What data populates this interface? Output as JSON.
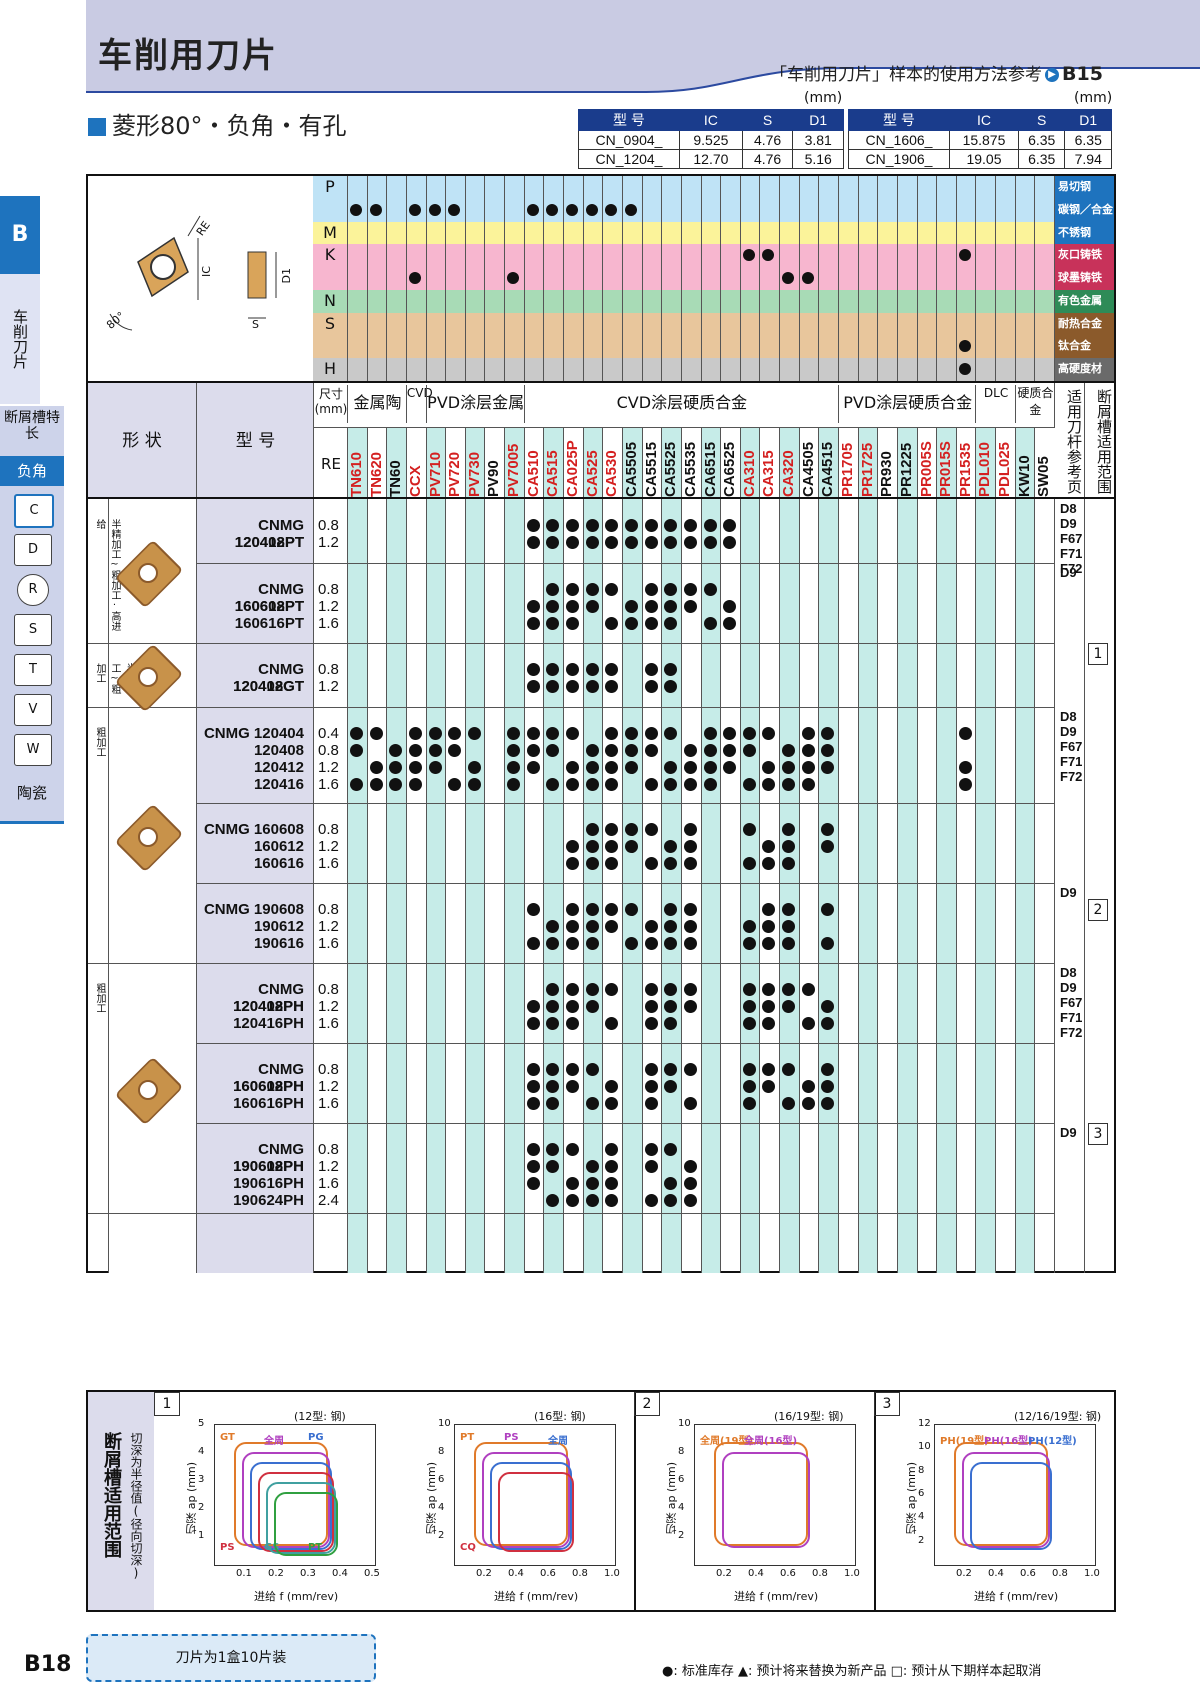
{
  "header": {
    "title": "车削用刀片",
    "usage_ref": "「车削用刀片」样本的使用方法参考",
    "usage_page": "B15"
  },
  "section": {
    "title": "菱形80°・负角・有孔"
  },
  "dims": {
    "unit": "(mm)",
    "headers": [
      "型 号",
      "IC",
      "S",
      "D1"
    ],
    "left": [
      [
        "CN_0904_",
        "9.525",
        "4.76",
        "3.81"
      ],
      [
        "CN_1204_",
        "12.70",
        "4.76",
        "5.16"
      ]
    ],
    "right": [
      [
        "CN_1606_",
        "15.875",
        "6.35",
        "6.35"
      ],
      [
        "CN_1906_",
        "19.05",
        "6.35",
        "7.94"
      ]
    ]
  },
  "sidebar": {
    "tab": "B",
    "label": "车削刀片",
    "items": [
      "断屑槽特长",
      "负角",
      "C",
      "D",
      "R",
      "S",
      "T",
      "V",
      "W",
      "陶瓷"
    ]
  },
  "diagram": {
    "re": "RE",
    "ic": "IC",
    "d1": "D1",
    "s": "S",
    "angle": "80°"
  },
  "materials": [
    {
      "code": "P",
      "name": "易切钢",
      "color": "#bfe3f6"
    },
    {
      "code": "",
      "name": "碳钢／合金钢",
      "color": "#bfe3f6"
    },
    {
      "code": "M",
      "name": "不锈钢",
      "color": "#fbf39a"
    },
    {
      "code": "K",
      "name": "灰口铸铁",
      "color": "#f7b6cf"
    },
    {
      "code": "",
      "name": "球墨铸铁",
      "color": "#f7b6cf"
    },
    {
      "code": "N",
      "name": "有色金属",
      "color": "#a8dbb6"
    },
    {
      "code": "S",
      "name": "耐热合金",
      "color": "#e8c69c"
    },
    {
      "code": "",
      "name": "钛合金",
      "color": "#e8c69c"
    },
    {
      "code": "H",
      "name": "高硬度材",
      "color": "#c9c9c9"
    }
  ],
  "table_head": {
    "shape": "形 状",
    "model": "型 号",
    "size": "尺寸(mm)",
    "re": "RE",
    "ref": "适用刀杆参考页",
    "range": "断屑槽适用范围"
  },
  "groups": [
    {
      "label": "金属陶瓷",
      "start": 0,
      "count": 3
    },
    {
      "label": "CVD",
      "start": 3,
      "count": 1
    },
    {
      "label": "PVD涂层金属陶瓷",
      "start": 4,
      "count": 5
    },
    {
      "label": "CVD涂层硬质合金",
      "start": 9,
      "count": 16
    },
    {
      "label": "PVD涂层硬质合金",
      "start": 25,
      "count": 7
    },
    {
      "label": "DLC",
      "start": 32,
      "count": 2
    },
    {
      "label": "硬质合金",
      "start": 34,
      "count": 2
    }
  ],
  "grades": [
    {
      "n": "TN610",
      "c": "#d42020"
    },
    {
      "n": "TN620",
      "c": "#d42020"
    },
    {
      "n": "TN60",
      "c": "#111"
    },
    {
      "n": "CCX",
      "c": "#d42020"
    },
    {
      "n": "PV710",
      "c": "#d42020"
    },
    {
      "n": "PV720",
      "c": "#d42020"
    },
    {
      "n": "PV730",
      "c": "#d42020"
    },
    {
      "n": "PV90",
      "c": "#111"
    },
    {
      "n": "PV7005",
      "c": "#d42020"
    },
    {
      "n": "CA510",
      "c": "#d42020"
    },
    {
      "n": "CA515",
      "c": "#d42020"
    },
    {
      "n": "CA025P",
      "c": "#d42020"
    },
    {
      "n": "CA525",
      "c": "#d42020"
    },
    {
      "n": "CA530",
      "c": "#d42020"
    },
    {
      "n": "CA5505",
      "c": "#111"
    },
    {
      "n": "CA5515",
      "c": "#111"
    },
    {
      "n": "CA5525",
      "c": "#111"
    },
    {
      "n": "CA5535",
      "c": "#111"
    },
    {
      "n": "CA6515",
      "c": "#111"
    },
    {
      "n": "CA6525",
      "c": "#111"
    },
    {
      "n": "CA310",
      "c": "#d42020"
    },
    {
      "n": "CA315",
      "c": "#d42020"
    },
    {
      "n": "CA320",
      "c": "#d42020"
    },
    {
      "n": "CA4505",
      "c": "#111"
    },
    {
      "n": "CA4515",
      "c": "#111"
    },
    {
      "n": "PR1705",
      "c": "#d42020"
    },
    {
      "n": "PR1725",
      "c": "#d42020"
    },
    {
      "n": "PR930",
      "c": "#111"
    },
    {
      "n": "PR1225",
      "c": "#111"
    },
    {
      "n": "PR005S",
      "c": "#d42020"
    },
    {
      "n": "PR015S",
      "c": "#d42020"
    },
    {
      "n": "PR1535",
      "c": "#d42020"
    },
    {
      "n": "PDL010",
      "c": "#d42020"
    },
    {
      "n": "PDL025",
      "c": "#d42020"
    },
    {
      "n": "KW10",
      "c": "#111"
    },
    {
      "n": "SW05",
      "c": "#111"
    }
  ],
  "processes": [
    {
      "label": "半精加工~粗加工·高进给",
      "rows": [
        0,
        1
      ]
    },
    {
      "label": "半精加工~粗加工",
      "rows": [
        2
      ]
    },
    {
      "label": "粗加工",
      "rows": [
        3,
        4,
        5
      ]
    },
    {
      "label": "粗加工",
      "rows": [
        6,
        7,
        8
      ]
    }
  ],
  "product_rows": [
    {
      "models": [
        "CNMG 120408PT",
        "120412PT"
      ],
      "re": [
        "0.8",
        "1.2"
      ],
      "ref": "D8 D9 F67 F71 F72"
    },
    {
      "models": [
        "CNMG 160608PT",
        "160612PT",
        "160616PT"
      ],
      "re": [
        "0.8",
        "1.2",
        "1.6"
      ],
      "ref": "D9"
    },
    {
      "models": [
        "CNMG 120408GT",
        "120412GT"
      ],
      "re": [
        "0.8",
        "1.2"
      ],
      "ref": ""
    },
    {
      "models": [
        "CNMG 120404",
        "120408",
        "120412",
        "120416"
      ],
      "re": [
        "0.4",
        "0.8",
        "1.2",
        "1.6"
      ],
      "ref": "D8 D9 F67 F71 F72"
    },
    {
      "models": [
        "CNMG 160608",
        "160612",
        "160616"
      ],
      "re": [
        "0.8",
        "1.2",
        "1.6"
      ],
      "ref": ""
    },
    {
      "models": [
        "CNMG 190608",
        "190612",
        "190616"
      ],
      "re": [
        "0.8",
        "1.2",
        "1.6"
      ],
      "ref": "D9"
    },
    {
      "models": [
        "CNMG 120408PH",
        "120412PH",
        "120416PH"
      ],
      "re": [
        "0.8",
        "1.2",
        "1.6"
      ],
      "ref": "D8 D9 F67 F71 F72"
    },
    {
      "models": [
        "CNMG 160608PH",
        "160612PH",
        "160616PH"
      ],
      "re": [
        "0.8",
        "1.2",
        "1.6"
      ],
      "ref": ""
    },
    {
      "models": [
        "CNMG 190608PH",
        "190612PH",
        "190616PH",
        "190624PH"
      ],
      "re": [
        "0.8",
        "1.2",
        "1.6",
        "2.4"
      ],
      "ref": "D9"
    }
  ],
  "range_boxes": [
    "1",
    "2",
    "3"
  ],
  "bottom": {
    "label": "断屑槽适用范围",
    "sub": "切深为半径值(径向切深)",
    "charts": [
      {
        "num": "1",
        "title": "(12型: 钢)",
        "ylabel": "切深 ap (mm)",
        "xlabel": "进给 f (mm/rev)",
        "x": [
          "0.1",
          "0.2",
          "0.3",
          "0.4",
          "0.5"
        ],
        "y": [
          "1",
          "2",
          "3",
          "4",
          "5"
        ],
        "series": [
          "GT",
          "全周",
          "PG",
          "PS",
          "GS",
          "PT"
        ]
      },
      {
        "num": "",
        "title": "(16型: 钢)",
        "ylabel": "切深 ap (mm)",
        "xlabel": "进给 f (mm/rev)",
        "x": [
          "0.2",
          "0.4",
          "0.6",
          "0.8",
          "1.0"
        ],
        "y": [
          "2",
          "4",
          "6",
          "8",
          "10"
        ],
        "series": [
          "PT",
          "PS",
          "全周",
          "CQ"
        ]
      },
      {
        "num": "2",
        "title": "(16/19型: 钢)",
        "ylabel": "切深 ap (mm)",
        "xlabel": "进给 f (mm/rev)",
        "x": [
          "0.2",
          "0.4",
          "0.6",
          "0.8",
          "1.0"
        ],
        "y": [
          "2",
          "4",
          "6",
          "8",
          "10"
        ],
        "series": [
          "全周(19型)",
          "全周(16型)"
        ]
      },
      {
        "num": "3",
        "title": "(12/16/19型: 钢)",
        "ylabel": "切深 ap (mm)",
        "xlabel": "进给 f (mm/rev)",
        "x": [
          "0.2",
          "0.4",
          "0.6",
          "0.8",
          "1.0"
        ],
        "y": [
          "2",
          "4",
          "6",
          "8",
          "10",
          "12"
        ],
        "series": [
          "PH(19型)",
          "PH(16型)",
          "PH(12型)"
        ]
      }
    ]
  },
  "footer": {
    "page": "B18",
    "pack": "刀片为1盒10片装",
    "legend": "●: 标准库存  ▲: 预计将来替换为新产品  □: 预计从下期样本起取消"
  }
}
